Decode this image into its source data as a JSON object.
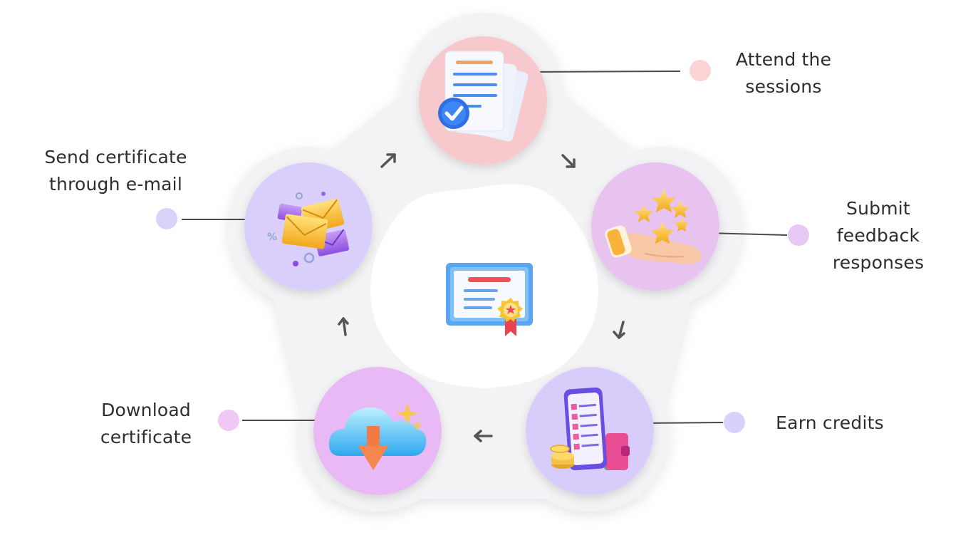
{
  "steps": [
    {
      "id": "attend",
      "label_lines": [
        "Attend the",
        "sessions"
      ],
      "icon": "documents-check-icon",
      "circle_color": "#f8c9cc",
      "dot_color": "#fbd3d2"
    },
    {
      "id": "feedback",
      "label_lines": [
        "Submit",
        "feedback",
        "responses"
      ],
      "icon": "hand-stars-icon",
      "circle_color": "#e9c3f0",
      "dot_color": "#e7c9f3"
    },
    {
      "id": "credits",
      "label_lines": [
        "Earn credits"
      ],
      "icon": "phone-wallet-coins-icon",
      "circle_color": "#d8cdfa",
      "dot_color": "#d7d1fb"
    },
    {
      "id": "download",
      "label_lines": [
        "Download",
        "certificate"
      ],
      "icon": "cloud-download-icon",
      "circle_color": "#e8b9f4",
      "dot_color": "#efc9f3"
    },
    {
      "id": "email",
      "label_lines": [
        "Send certificate",
        "through e-mail"
      ],
      "icon": "envelopes-icon",
      "circle_color": "#d9cffa",
      "dot_color": "#d9d2fa"
    }
  ],
  "center": {
    "icon": "certificate-icon"
  },
  "colors": {
    "ring": "#f3f3f5",
    "connector": "#4a4a4a",
    "arrow": "#555555",
    "text": "#2e2e2e"
  }
}
